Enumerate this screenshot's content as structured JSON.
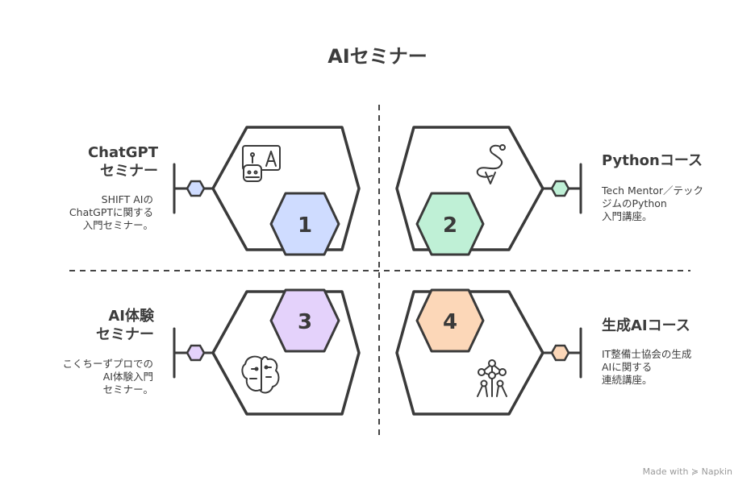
{
  "title": "AIセミナー",
  "seminars": [
    {
      "number": "1",
      "label_line1": "ChatGPT",
      "label_line2": "セミナー",
      "desc_lines": [
        "SHIFT AIの",
        "ChatGPTに関する",
        "入門セミナー。"
      ],
      "accent": "#cfdcff",
      "icon": "ai-robot-icon"
    },
    {
      "number": "2",
      "label_line1": "Pythonコース",
      "label_line2": "",
      "desc_lines": [
        "Tech Mentor／テック",
        "ジムのPython",
        "入門講座。"
      ],
      "accent": "#bff0d6",
      "icon": "snake-icon"
    },
    {
      "number": "3",
      "label_line1": "AI体験",
      "label_line2": "セミナー",
      "desc_lines": [
        "こくちーずプロでの",
        "AI体験入門",
        "セミナー。"
      ],
      "accent": "#e4d2fb",
      "icon": "brain-icon"
    },
    {
      "number": "4",
      "label_line1": "生成AIコース",
      "label_line2": "",
      "desc_lines": [
        "IT整備士協会の生成",
        "AIに関する",
        "連続講座。"
      ],
      "accent": "#fcd7b8",
      "icon": "atomium-icon"
    }
  ],
  "footer": "Made with ≽ Napkin"
}
